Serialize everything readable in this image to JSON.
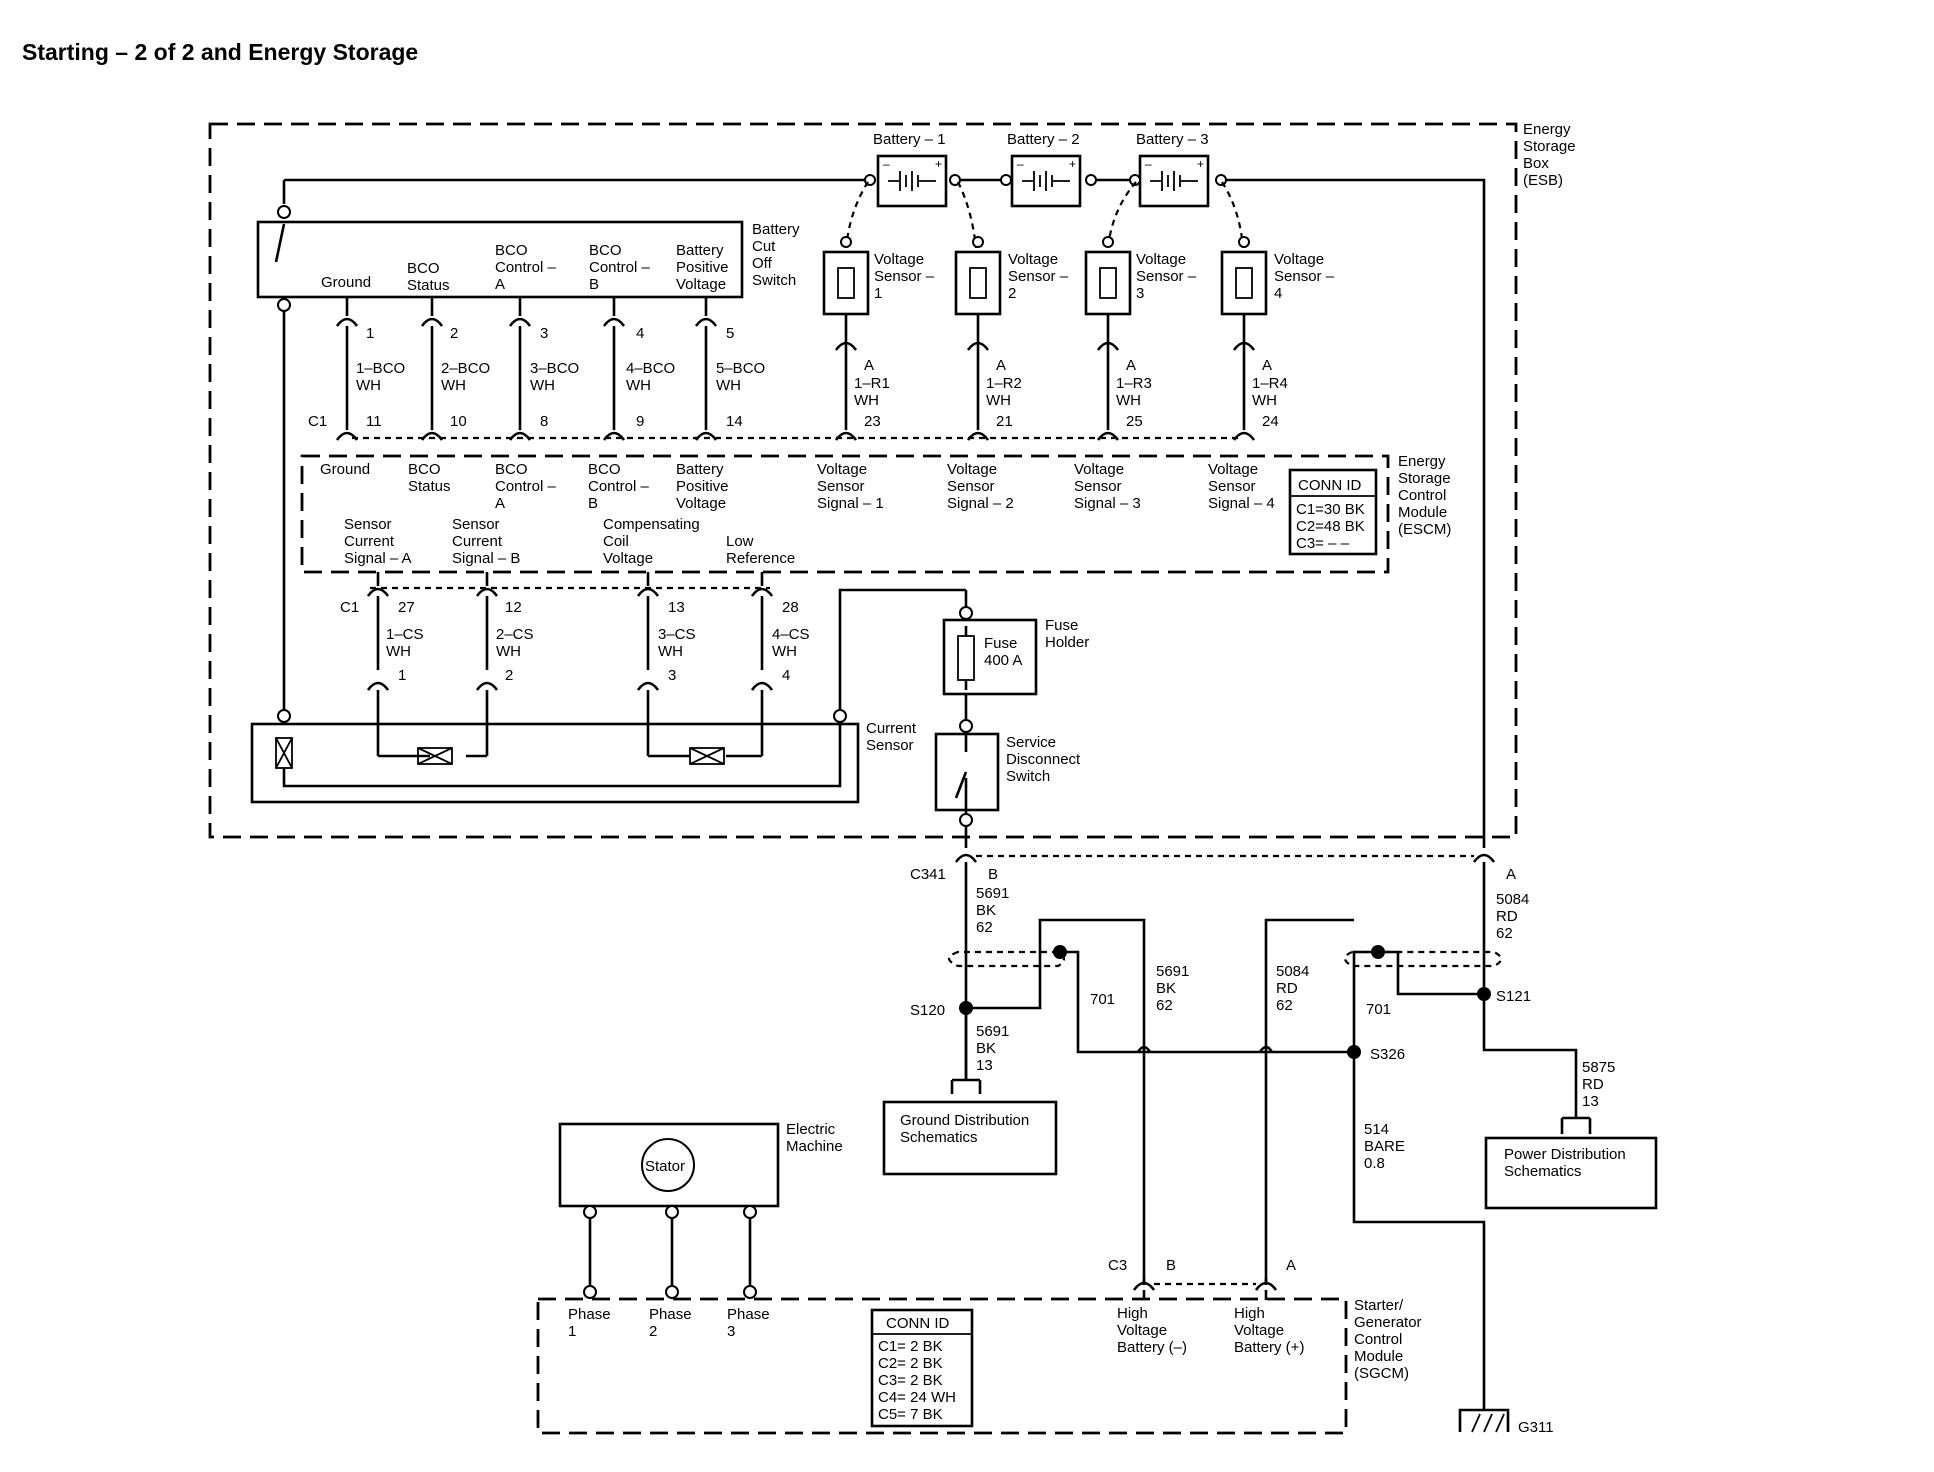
{
  "title": "Starting – 2 of 2 and Energy Storage",
  "esb": {
    "lines": [
      "Energy",
      "Storage",
      "Box",
      "(ESB)"
    ]
  },
  "batteries": [
    {
      "label": "Battery – 1"
    },
    {
      "label": "Battery – 2"
    },
    {
      "label": "Battery – 3"
    }
  ],
  "cutoff_switch": {
    "name_lines": [
      "Battery",
      "Cut",
      "Off",
      "Switch"
    ],
    "pins": [
      {
        "label_lines": [
          "Ground"
        ],
        "pin": "1",
        "wire": [
          "1–BCO",
          "WH"
        ],
        "c1": "11",
        "escm_lines": [
          "Ground"
        ]
      },
      {
        "label_lines": [
          "BCO",
          "Status"
        ],
        "pin": "2",
        "wire": [
          "2–BCO",
          "WH"
        ],
        "c1": "10",
        "escm_lines": [
          "BCO",
          "Status"
        ]
      },
      {
        "label_lines": [
          "BCO",
          "Control –",
          "A"
        ],
        "pin": "3",
        "wire": [
          "3–BCO",
          "WH"
        ],
        "c1": "8",
        "escm_lines": [
          "BCO",
          "Control –",
          "A"
        ]
      },
      {
        "label_lines": [
          "BCO",
          "Control –",
          "B"
        ],
        "pin": "4",
        "wire": [
          "4–BCO",
          "WH"
        ],
        "c1": "9",
        "escm_lines": [
          "BCO",
          "Control –",
          "B"
        ]
      },
      {
        "label_lines": [
          "Battery",
          "Positive",
          "Voltage"
        ],
        "pin": "5",
        "wire": [
          "5–BCO",
          "WH"
        ],
        "c1": "14",
        "escm_lines": [
          "Battery",
          "Positive",
          "Voltage"
        ]
      }
    ]
  },
  "voltage_sensors": [
    {
      "name_lines": [
        "Voltage",
        "Sensor –",
        "1"
      ],
      "pin": "A",
      "wire": [
        "1–R1",
        "WH"
      ],
      "c1": "23",
      "escm_lines": [
        "Voltage",
        "Sensor",
        "Signal – 1"
      ]
    },
    {
      "name_lines": [
        "Voltage",
        "Sensor –",
        "2"
      ],
      "pin": "A",
      "wire": [
        "1–R2",
        "WH"
      ],
      "c1": "21",
      "escm_lines": [
        "Voltage",
        "Sensor",
        "Signal – 2"
      ]
    },
    {
      "name_lines": [
        "Voltage",
        "Sensor –",
        "3"
      ],
      "pin": "A",
      "wire": [
        "1–R3",
        "WH"
      ],
      "c1": "25",
      "escm_lines": [
        "Voltage",
        "Sensor",
        "Signal – 3"
      ]
    },
    {
      "name_lines": [
        "Voltage",
        "Sensor –",
        "4"
      ],
      "pin": "A",
      "wire": [
        "1–R4",
        "WH"
      ],
      "c1": "24",
      "escm_lines": [
        "Voltage",
        "Sensor",
        "Signal – 4"
      ]
    }
  ],
  "escm": {
    "name_lines": [
      "Energy",
      "Storage",
      "Control",
      "Module",
      "(ESCM)"
    ],
    "c1_label": "C1",
    "conn_title": "CONN ID",
    "conn_lines": [
      "C1=30 BK",
      "C2=48 BK",
      "C3= – –"
    ],
    "lower_pins": [
      {
        "escm_lines": [
          "Sensor",
          "Current",
          "Signal – A"
        ],
        "c1": "27",
        "wire": [
          "1–CS",
          "WH"
        ],
        "pin": "1"
      },
      {
        "escm_lines": [
          "Sensor",
          "Current",
          "Signal – B"
        ],
        "c1": "12",
        "wire": [
          "2–CS",
          "WH"
        ],
        "pin": "2"
      },
      {
        "escm_lines": [
          "Compensating",
          "Coil",
          "Voltage"
        ],
        "c1": "13",
        "wire": [
          "3–CS",
          "WH"
        ],
        "pin": "3"
      },
      {
        "escm_lines": [
          "Low",
          "Reference"
        ],
        "c1": "28",
        "wire": [
          "4–CS",
          "WH"
        ],
        "pin": "4"
      }
    ]
  },
  "current_sensor": {
    "lines": [
      "Current",
      "Sensor"
    ]
  },
  "fuse": {
    "holder_lines": [
      "Fuse",
      "Holder"
    ],
    "label_lines": [
      "Fuse",
      "400 A"
    ]
  },
  "service_switch": {
    "lines": [
      "Service",
      "Disconnect",
      "Switch"
    ]
  },
  "c341": {
    "label": "C341",
    "pin_b": "B",
    "pin_a": "A"
  },
  "wires": {
    "w5691_upper": [
      "5691",
      "BK",
      "62"
    ],
    "w5084_upper": [
      "5084",
      "RD",
      "62"
    ],
    "w5691_ground": [
      "5691",
      "BK",
      "13"
    ],
    "w5691_mid": [
      "5691",
      "BK",
      "62"
    ],
    "w5084_mid": [
      "5084",
      "RD",
      "62"
    ],
    "w701_left": "701",
    "w701_right": "701",
    "w514": [
      "514",
      "BARE",
      "0.8"
    ],
    "w5875": [
      "5875",
      "RD",
      "13"
    ]
  },
  "splices": {
    "s120": "S120",
    "s121": "S121",
    "s326": "S326"
  },
  "ground_dist": {
    "lines": [
      "Ground Distribution",
      "Schematics"
    ]
  },
  "power_dist": {
    "lines": [
      "Power Distribution",
      "Schematics"
    ]
  },
  "electric_machine": {
    "name_lines": [
      "Electric",
      "Machine"
    ],
    "stator": "Stator"
  },
  "sgcm": {
    "name_lines": [
      "Starter/",
      "Generator",
      "Control",
      "Module",
      "(SGCM)"
    ],
    "phases": [
      {
        "lines": [
          "Phase",
          "1"
        ]
      },
      {
        "lines": [
          "Phase",
          "2"
        ]
      },
      {
        "lines": [
          "Phase",
          "3"
        ]
      }
    ],
    "c3_label": "C3",
    "pin_b": "B",
    "pin_a": "A",
    "hv_neg_lines": [
      "High",
      "Voltage",
      "Battery (–)"
    ],
    "hv_pos_lines": [
      "High",
      "Voltage",
      "Battery (+)"
    ],
    "conn_title": "CONN ID",
    "conn_lines": [
      "C1= 2 BK",
      "C2= 2 BK",
      "C3= 2 BK",
      "C4= 24 WH",
      "C5= 7 BK"
    ]
  },
  "ground": {
    "label": "G311"
  },
  "colors": {
    "ink": "#000000",
    "paper": "#ffffff"
  }
}
